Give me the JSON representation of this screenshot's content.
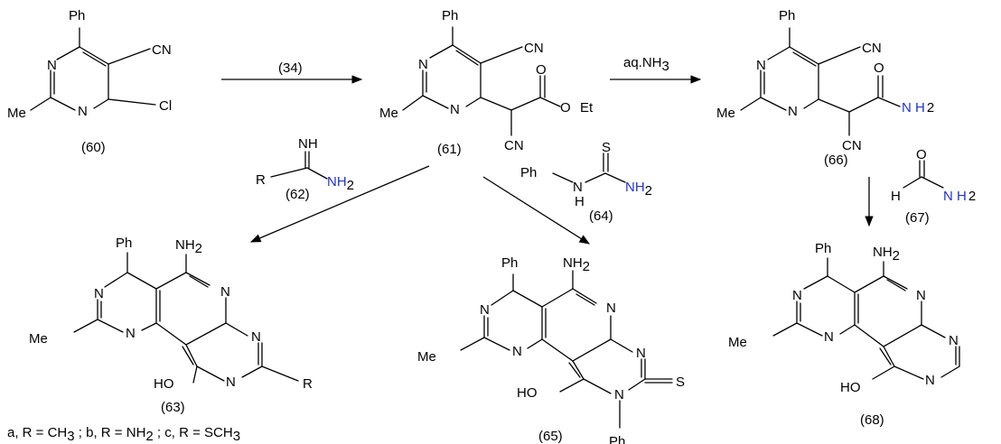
{
  "colors": {
    "nitrogen": "#2233cc",
    "oxygen": "#dd1111",
    "chlorine": "#22bb22",
    "sulfur": "#dd9900",
    "carbon": "#000000"
  },
  "atoms": {
    "ph": "Ph",
    "n": "N",
    "cn": "CN",
    "me": "Me",
    "cl": "Cl",
    "o": "O",
    "et": "Et",
    "s": "S",
    "h": "H",
    "nh": "NH",
    "nh2_n": "NH",
    "sub2": "2",
    "sub3": "3",
    "nh_space_h2": "N H",
    "h2": "2",
    "ho": "HO",
    "r": "R",
    "nh2_text": "NH"
  },
  "compounds": {
    "c60": "(60)",
    "c61": "(61)",
    "c62": "(62)",
    "c63": "(63)",
    "c64": "(64)",
    "c65": "(65)",
    "c66": "(66)",
    "c67": "(67)",
    "c68": "(68)"
  },
  "reagents": {
    "r34": "(34)",
    "ammonia_prefix": "aq.NH",
    "ammonia_sub": "3"
  },
  "footnote": {
    "a": "a,  R = CH",
    "a_sub": "3",
    "b": " ; b,  R = NH",
    "b_sub": "2",
    "c": " ; c,  R = SCH",
    "c_sub": "3"
  }
}
